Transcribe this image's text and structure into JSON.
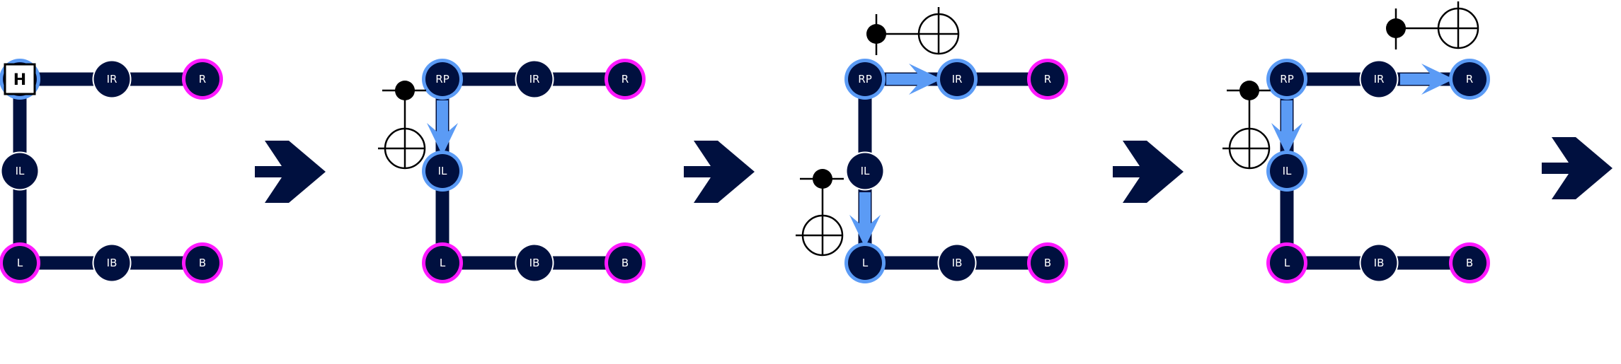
{
  "colors": {
    "edge": "#00103f",
    "node_fill": "#00103f",
    "ring_blue": "#5b9bf5",
    "ring_magenta": "#ff19ff",
    "ring_white": "#ffffff",
    "flow_arrow": "#5b9bf5",
    "step_arrow": "#00103f",
    "gate": "#000000"
  },
  "step_arrow_icon": "right-chevron-arrow-icon",
  "panels": [
    {
      "nodes": [
        {
          "label": "",
          "ring": "blue",
          "hadamard": true
        },
        {
          "label": "IR",
          "ring": "white"
        },
        {
          "label": "R",
          "ring": "magenta"
        },
        {
          "label": "IL",
          "ring": "white"
        },
        {
          "label": "L",
          "ring": "magenta"
        },
        {
          "label": "IB",
          "ring": "white"
        },
        {
          "label": "B",
          "ring": "magenta"
        }
      ],
      "hadamard_label": "H",
      "flows": [],
      "cnots": []
    },
    {
      "nodes": [
        {
          "label": "RP",
          "ring": "blue"
        },
        {
          "label": "IR",
          "ring": "white"
        },
        {
          "label": "R",
          "ring": "magenta"
        },
        {
          "label": "IL",
          "ring": "blue"
        },
        {
          "label": "L",
          "ring": "magenta"
        },
        {
          "label": "IB",
          "ring": "white"
        },
        {
          "label": "B",
          "ring": "magenta"
        }
      ],
      "flows": [
        "RP-IL"
      ],
      "cnots": [
        "vertical-left-of-RP-IL"
      ]
    },
    {
      "nodes": [
        {
          "label": "RP",
          "ring": "blue"
        },
        {
          "label": "IR",
          "ring": "blue"
        },
        {
          "label": "R",
          "ring": "magenta"
        },
        {
          "label": "IL",
          "ring": "white"
        },
        {
          "label": "L",
          "ring": "blue"
        },
        {
          "label": "IB",
          "ring": "white"
        },
        {
          "label": "B",
          "ring": "magenta"
        }
      ],
      "flows": [
        "RP-IR",
        "IL-L"
      ],
      "cnots": [
        "horizontal-above-RP-IR",
        "vertical-left-of-IL-L"
      ]
    },
    {
      "nodes": [
        {
          "label": "RP",
          "ring": "blue"
        },
        {
          "label": "IR",
          "ring": "white"
        },
        {
          "label": "R",
          "ring": "blue"
        },
        {
          "label": "IL",
          "ring": "blue"
        },
        {
          "label": "L",
          "ring": "magenta"
        },
        {
          "label": "IB",
          "ring": "white"
        },
        {
          "label": "B",
          "ring": "magenta"
        }
      ],
      "flows": [
        "RP-IL",
        "IR-R"
      ],
      "cnots": [
        "vertical-left-of-RP-IL",
        "horizontal-above-IR-R"
      ]
    }
  ]
}
